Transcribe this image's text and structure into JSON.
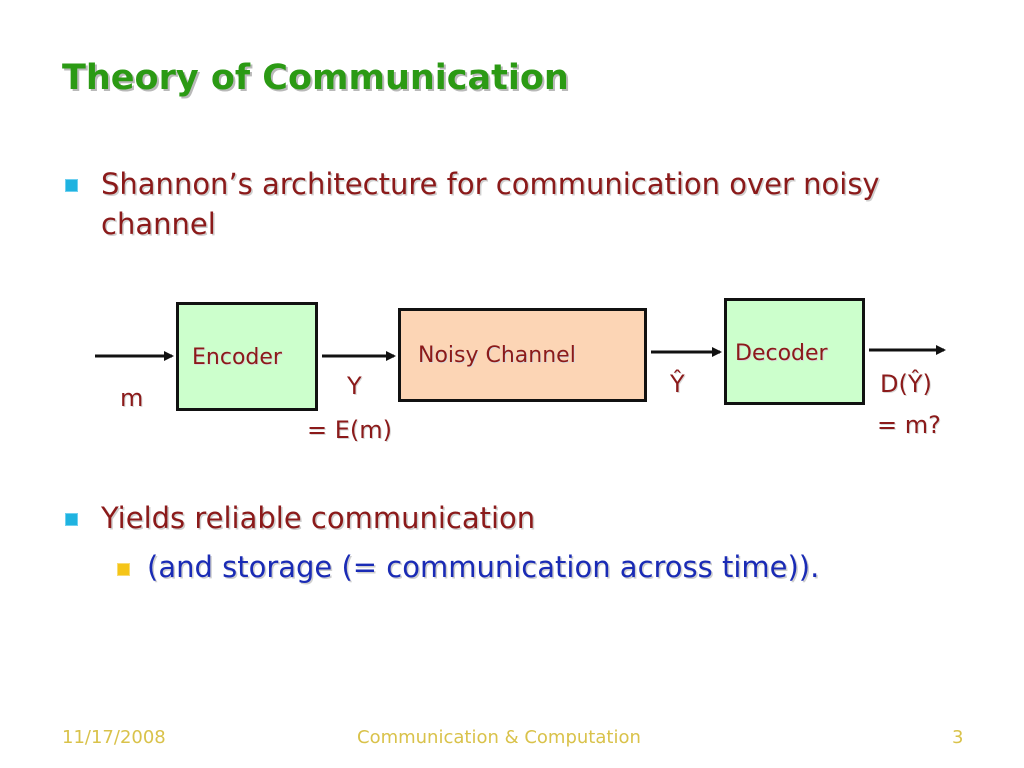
{
  "slide": {
    "title": "Theory of Communication",
    "bullets": [
      {
        "text": "Shannon’s architecture for communication over noisy channel"
      },
      {
        "text": "Yields reliable communication"
      }
    ],
    "sub_bullet": "(and storage (= communication across time)).",
    "diagram": {
      "encoder_label": "Encoder",
      "channel_label": "Noisy Channel",
      "decoder_label": "Decoder",
      "input_label": "m",
      "y_label": "Y",
      "y_eq_label": "= E(m)",
      "yhat_label": "Ŷ",
      "output_label": "D(Ŷ)",
      "output_eq_label": "= m?"
    },
    "footer": {
      "date": "11/17/2008",
      "center": "Communication & Computation",
      "page": "3"
    }
  },
  "colors": {
    "title": "#2b9a14",
    "bullet_text": "#8b1a1a",
    "sub_bullet_text": "#1a2bb5",
    "box_green": "#ccffcc",
    "box_orange": "#fcd5b5",
    "footer": "#d9c24a"
  }
}
